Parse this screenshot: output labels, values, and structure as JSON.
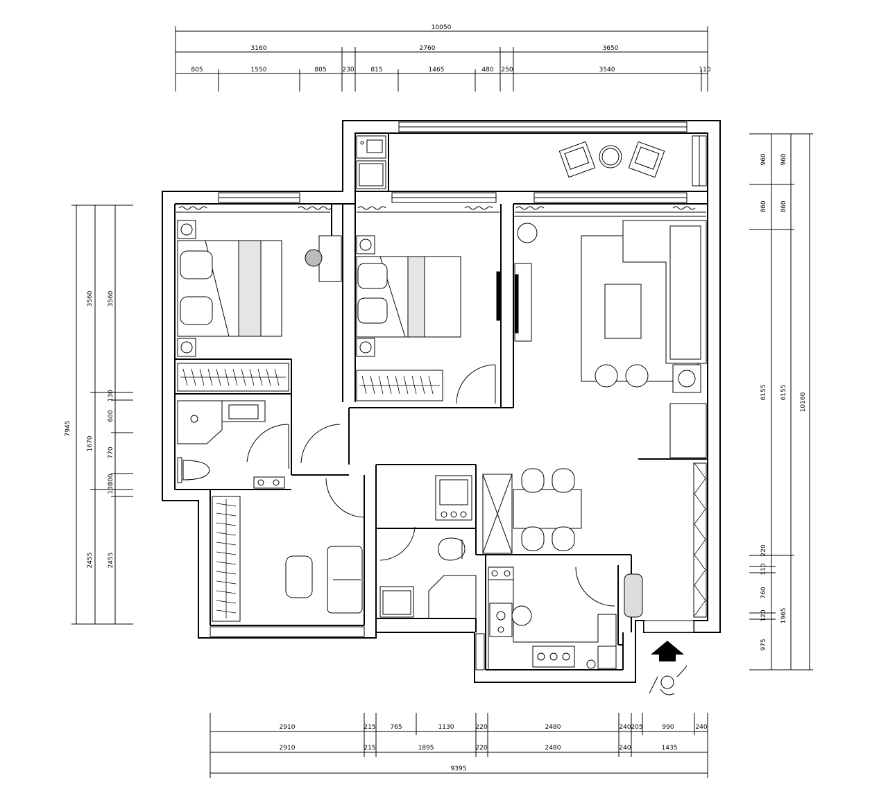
{
  "dimensions": {
    "top_total": "10050",
    "top_mid": [
      "3160",
      "2760",
      "3650"
    ],
    "top_detail": [
      "805",
      "1550",
      "805",
      "230",
      "815",
      "1465",
      "480",
      "250",
      "3540",
      "110"
    ],
    "bottom_detail": [
      "2910",
      "215",
      "765",
      "1130",
      "220",
      "2480",
      "240",
      "205",
      "990",
      "240"
    ],
    "bottom_mid": [
      "2910",
      "215",
      "1895",
      "220",
      "2480",
      "240",
      "1435"
    ],
    "bottom_total": "9395",
    "left_outer": "7945",
    "left_mid": [
      "3560",
      "1670",
      "2455"
    ],
    "left_detail": [
      "3560",
      "130",
      "600",
      "770",
      "130",
      "300",
      "2455"
    ],
    "right_inner": [
      "960",
      "860",
      "6155",
      "220",
      "110",
      "760",
      "120",
      "975"
    ],
    "right_mid": [
      "960",
      "860",
      "6155",
      "1965"
    ],
    "right_total": "10160"
  },
  "icons": {
    "entrance": "entrance-arrow-icon",
    "person": "person-icon"
  }
}
